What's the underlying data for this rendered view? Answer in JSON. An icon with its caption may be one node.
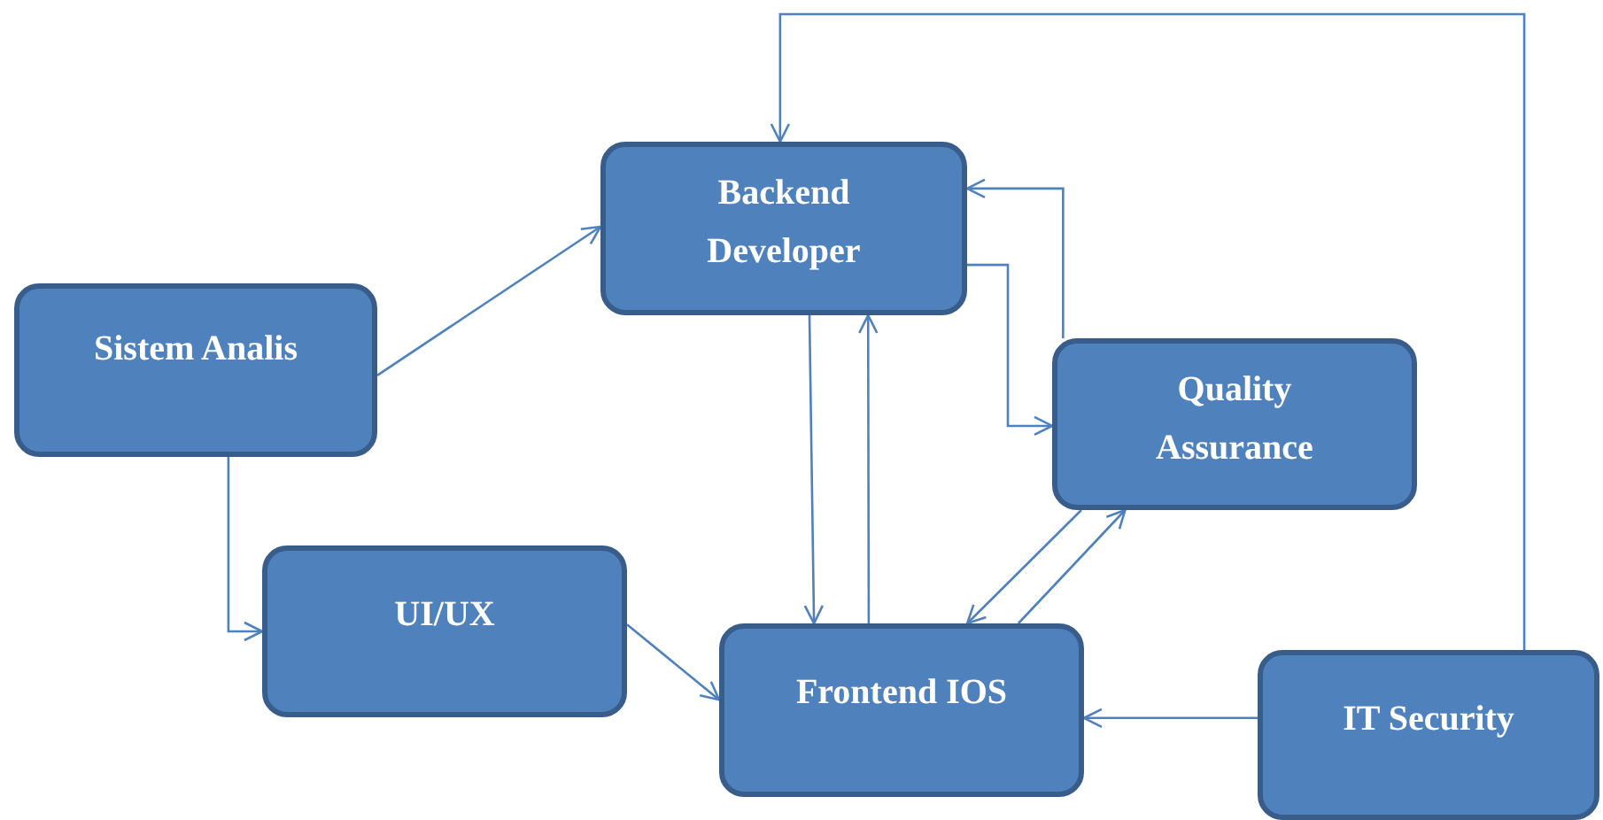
{
  "diagram": {
    "nodes": [
      {
        "text": [
          "Sistem Analis"
        ]
      },
      {
        "text": [
          "Backend Developer"
        ]
      },
      {
        "text": [
          "Quality Assurance"
        ]
      },
      {
        "text": [
          "UI/UX"
        ]
      },
      {
        "text": [
          "Frontend IOS"
        ]
      },
      {
        "text": [
          "IT Security"
        ]
      }
    ],
    "edges": [
      {
        "from": 0,
        "to": 1,
        "arrow": "to"
      },
      {
        "from": 0,
        "to": 3,
        "arrow": "to"
      },
      {
        "from": 3,
        "to": 4,
        "arrow": "to"
      },
      {
        "from": 1,
        "to": 4,
        "arrow": "to"
      },
      {
        "from": 4,
        "to": 1,
        "arrow": "to"
      },
      {
        "from": 1,
        "to": 2,
        "arrow": "to"
      },
      {
        "from": 2,
        "to": 1,
        "arrow": "to"
      },
      {
        "from": 2,
        "to": 4,
        "arrow": "to"
      },
      {
        "from": 4,
        "to": 2,
        "arrow": "to"
      },
      {
        "from": 5,
        "to": 4,
        "arrow": "to"
      },
      {
        "from": 5,
        "to": 1,
        "arrow": "to"
      }
    ]
  }
}
